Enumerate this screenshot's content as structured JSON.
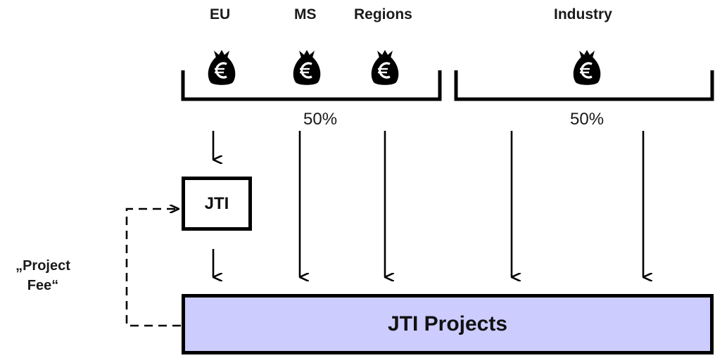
{
  "funders": {
    "eu": "EU",
    "ms": "MS",
    "regions": "Regions",
    "industry": "Industry"
  },
  "icons": [
    "money-bag-euro",
    "money-bag-euro",
    "money-bag-euro",
    "money-bag-euro"
  ],
  "shares": {
    "public": "50%",
    "industry": "50%"
  },
  "jti_box": "JTI",
  "projects_box": "JTI Projects",
  "project_fee": {
    "line1": "„Project",
    "line2": "Fee“"
  },
  "colors": {
    "projects_fill": "#ccccff",
    "stroke": "#000000"
  }
}
